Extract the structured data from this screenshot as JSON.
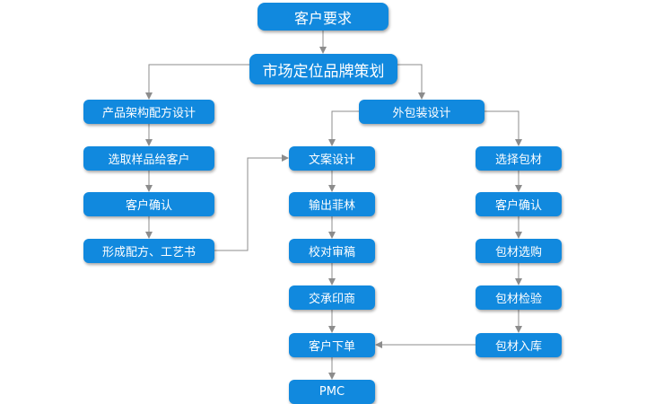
{
  "diagram": {
    "line_color": "#8c8c8c",
    "node_color": "#1189de",
    "text_color": "#ffffff",
    "nodes": [
      {
        "id": "customer-requirements",
        "label": "客户要求"
      },
      {
        "id": "market-positioning",
        "label": "市场定位品牌策划"
      },
      {
        "id": "product-formula-design",
        "label": "产品架构配方设计"
      },
      {
        "id": "select-samples",
        "label": "选取样品给客户"
      },
      {
        "id": "customer-confirm-left",
        "label": "客户确认"
      },
      {
        "id": "formula-process",
        "label": "形成配方、工艺书"
      },
      {
        "id": "packaging-design",
        "label": "外包装设计"
      },
      {
        "id": "copy-design",
        "label": "文案设计"
      },
      {
        "id": "output-film",
        "label": "输出菲林"
      },
      {
        "id": "proofread",
        "label": "校对审稿"
      },
      {
        "id": "to-printer",
        "label": "交承印商"
      },
      {
        "id": "customer-order",
        "label": "客户下单"
      },
      {
        "id": "pmc",
        "label": "PMC"
      },
      {
        "id": "select-materials",
        "label": "选择包材"
      },
      {
        "id": "customer-confirm-right",
        "label": "客户确认"
      },
      {
        "id": "purchase-materials",
        "label": "包材选购"
      },
      {
        "id": "inspect-materials",
        "label": "包材检验"
      },
      {
        "id": "materials-warehouse",
        "label": "包材入库"
      }
    ]
  }
}
